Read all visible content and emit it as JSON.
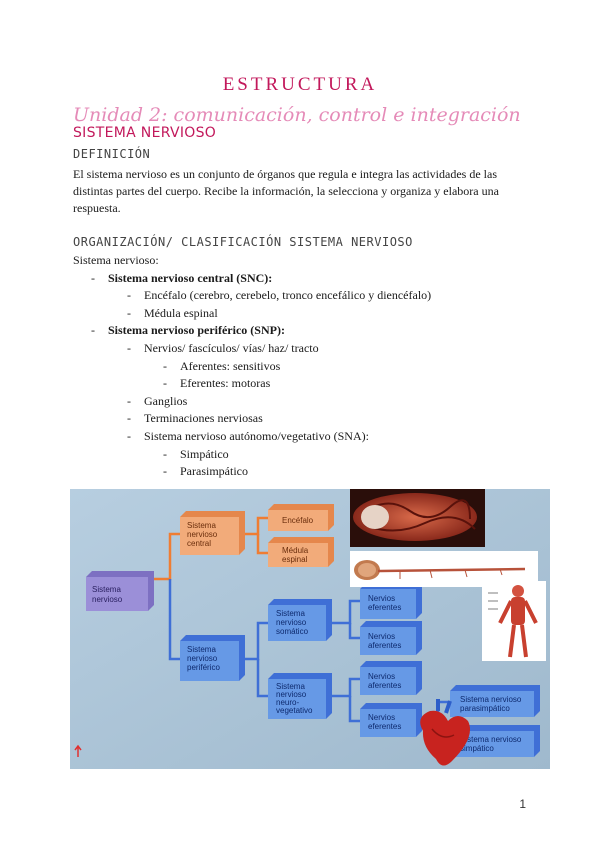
{
  "header": {
    "title": "ESTRUCTURA",
    "unit": "Unidad 2: comunicación, control e integración",
    "section": "SISTEMA NERVIOSO"
  },
  "definition": {
    "heading": "DEFINICIÓN",
    "text": "El sistema nervioso es un conjunto de órganos que regula e integra las actividades de las distintas partes del cuerpo. Recibe la información, la selecciona y organiza y elabora una respuesta."
  },
  "organization": {
    "heading": "ORGANIZACIÓN/ CLASIFICACIÓN SISTEMA NERVIOSO",
    "intro": "Sistema nervioso:",
    "items": [
      {
        "text": "Sistema nervioso central (SNC):",
        "bold": true,
        "level": 1
      },
      {
        "text": "Encéfalo (cerebro, cerebelo, tronco encefálico y diencéfalo)",
        "bold": false,
        "level": 2
      },
      {
        "text": "Médula espinal",
        "bold": false,
        "level": 2
      },
      {
        "text": "Sistema nervioso periférico (SNP):",
        "bold": true,
        "level": 1
      },
      {
        "text": "Nervios/ fascículos/ vías/ haz/ tracto",
        "bold": false,
        "level": 2
      },
      {
        "text": "Aferentes: sensitivos",
        "bold": false,
        "level": 3
      },
      {
        "text": "Eferentes: motoras",
        "bold": false,
        "level": 3
      },
      {
        "text": "Ganglios",
        "bold": false,
        "level": 2
      },
      {
        "text": "Terminaciones nerviosas",
        "bold": false,
        "level": 2
      },
      {
        "text": "Sistema nervioso autónomo/vegetativo (SNA):",
        "bold": false,
        "level": 2
      },
      {
        "text": "Simpático",
        "bold": false,
        "level": 3
      },
      {
        "text": "Parasimpático",
        "bold": false,
        "level": 3
      }
    ]
  },
  "diagram": {
    "boxes": {
      "root": [
        "Sistema",
        "nervioso"
      ],
      "snc": [
        "Sistema",
        "nervioso",
        "central"
      ],
      "encefalo": [
        "Encéfalo"
      ],
      "medula": [
        "Médula",
        "espinal"
      ],
      "snp": [
        "Sistema",
        "nervioso",
        "periférico"
      ],
      "somatico": [
        "Sistema",
        "nervioso",
        "somático"
      ],
      "vegetativo": [
        "Sistema",
        "nervioso",
        "neuro-",
        "vegetativo"
      ],
      "eferentes1": [
        "Nervios",
        "eferentes"
      ],
      "aferentes1": [
        "Nervios",
        "aferentes"
      ],
      "aferentes2": [
        "Nervios",
        "aferentes"
      ],
      "eferentes2": [
        "Nervios",
        "eferentes"
      ],
      "parasimpatico": [
        "Sistema nervioso",
        "parasimpático"
      ],
      "simpatico": [
        "Sistema nervioso",
        "simpático"
      ]
    },
    "colors": {
      "background": "#a9c3d6",
      "root_fill": "#9b8fd8",
      "orange_fill": "#f2ab7a",
      "blue_fill": "#6699e6",
      "connector_orange": "#ef7d33",
      "connector_blue": "#3f6fd6"
    },
    "images": [
      "brain-photo",
      "spinal-cord-photo",
      "body-nervous-figure",
      "heart-illustration"
    ]
  },
  "page_number": "1"
}
